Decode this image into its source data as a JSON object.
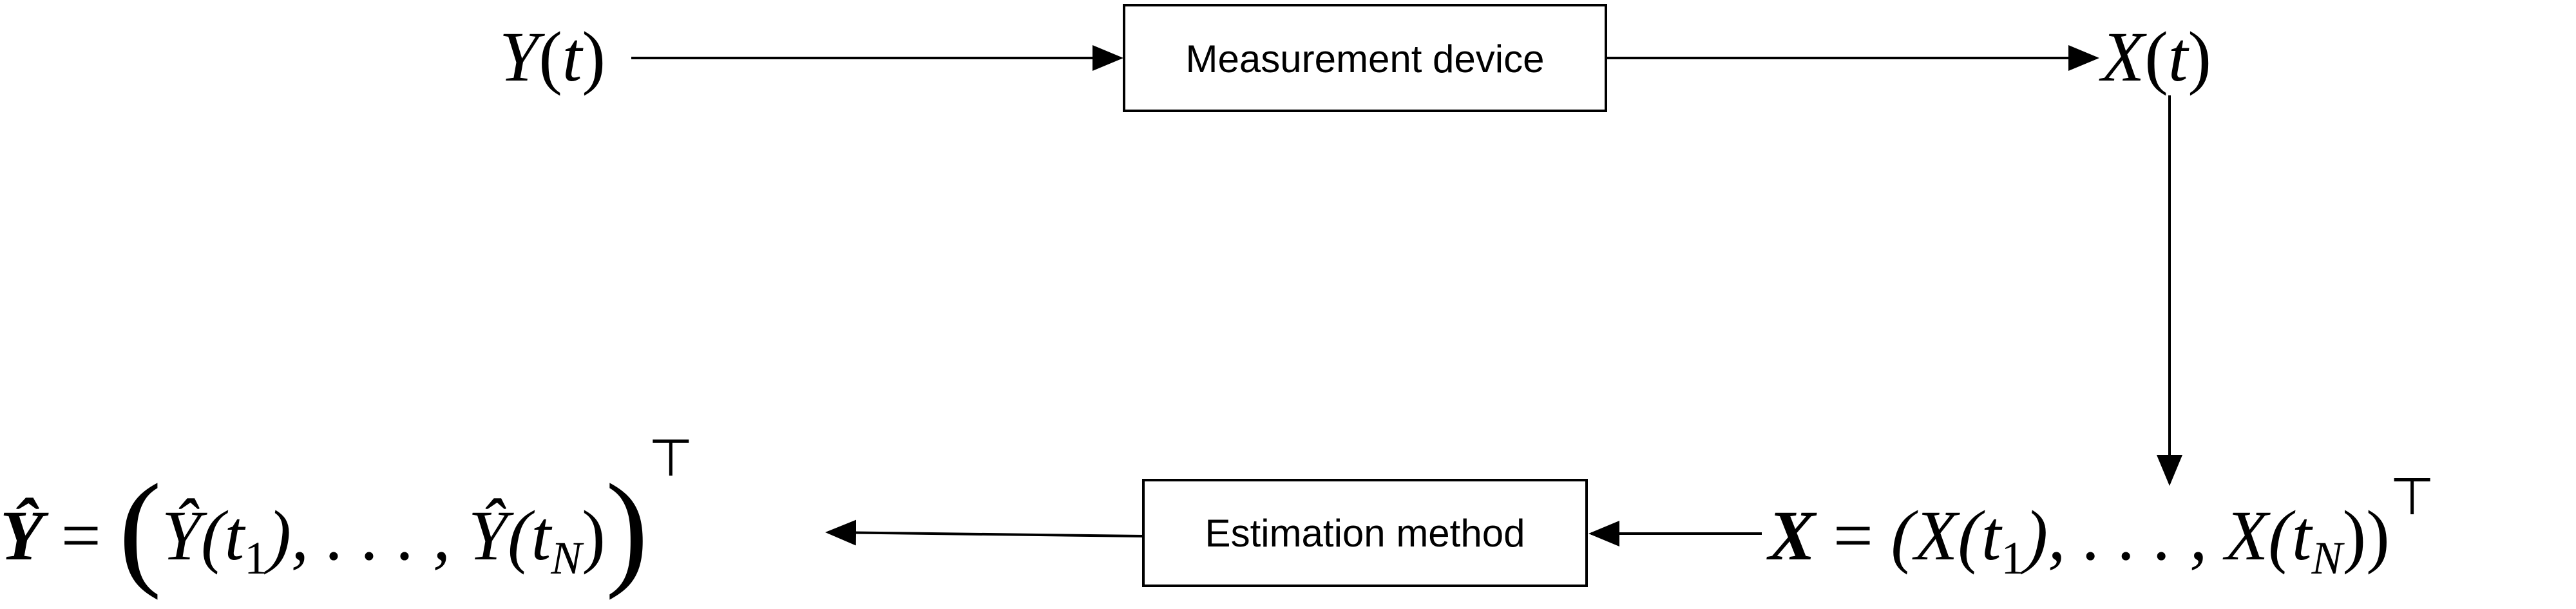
{
  "diagram": {
    "nodes": {
      "input_signal": {
        "var": "Y",
        "open": "(",
        "arg": "t",
        "close": ")"
      },
      "measurement_device": {
        "label": "Measurement device"
      },
      "measured_signal": {
        "var": "X",
        "open": "(",
        "arg": "t",
        "close": ")"
      },
      "sample_vector": {
        "lhs": "X",
        "eq": "=",
        "expr_open": "(X(t",
        "sub1": "1",
        "expr_mid": "), . . . , X(t",
        "subN": "N",
        "expr_close": "))",
        "transpose": "⊤"
      },
      "estimation_method": {
        "label": "Estimation method"
      },
      "estimate_vector": {
        "lhs": "Ŷ",
        "eq": "=",
        "big_open": "(",
        "expr_open": "Ŷ(t",
        "sub1": "1",
        "expr_mid": "), . . . , Ŷ(t",
        "subN": "N",
        "expr_close": ")",
        "big_close": ")",
        "transpose": "⊤"
      }
    },
    "edges": [
      {
        "from": "input_signal",
        "to": "measurement_device"
      },
      {
        "from": "measurement_device",
        "to": "measured_signal"
      },
      {
        "from": "measured_signal",
        "to": "sample_vector"
      },
      {
        "from": "sample_vector",
        "to": "estimation_method"
      },
      {
        "from": "estimation_method",
        "to": "estimate_vector"
      }
    ]
  }
}
